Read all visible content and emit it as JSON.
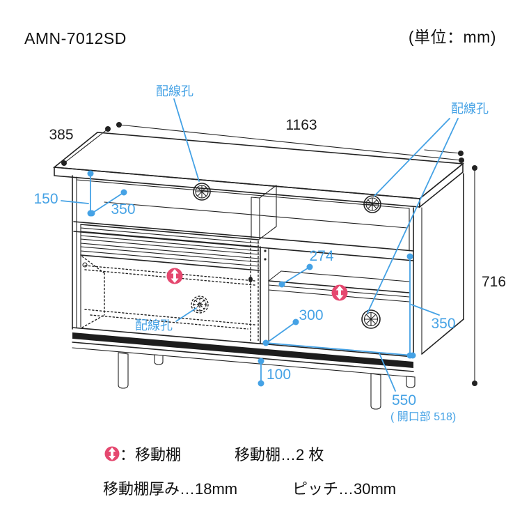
{
  "header": {
    "model": "AMN-7012SD",
    "unit": "(単位：mm)"
  },
  "colors": {
    "line": "#222222",
    "blue": "#45a2e5",
    "pink": "#e5486f",
    "bg": "#ffffff"
  },
  "labels": {
    "wiring_hole_top_left": "配線孔",
    "wiring_hole_top_right": "配線孔",
    "wiring_hole_bottom_left": "配線孔"
  },
  "dims": {
    "width": "1163",
    "depth": "385",
    "height": "716",
    "top_shelf_height": "150",
    "top_shelf_depth": "350",
    "right_shelf_depth": "274",
    "right_bottom_depth": "300",
    "right_opening_height": "350",
    "leg_height": "100",
    "opening_width": "550",
    "opening_note": "( 開口部 518)"
  },
  "legend": {
    "icon_label": "：移動棚",
    "count": "移動棚…2 枚",
    "thickness": "移動棚厚み…18mm",
    "pitch": "ピッチ…30mm"
  }
}
